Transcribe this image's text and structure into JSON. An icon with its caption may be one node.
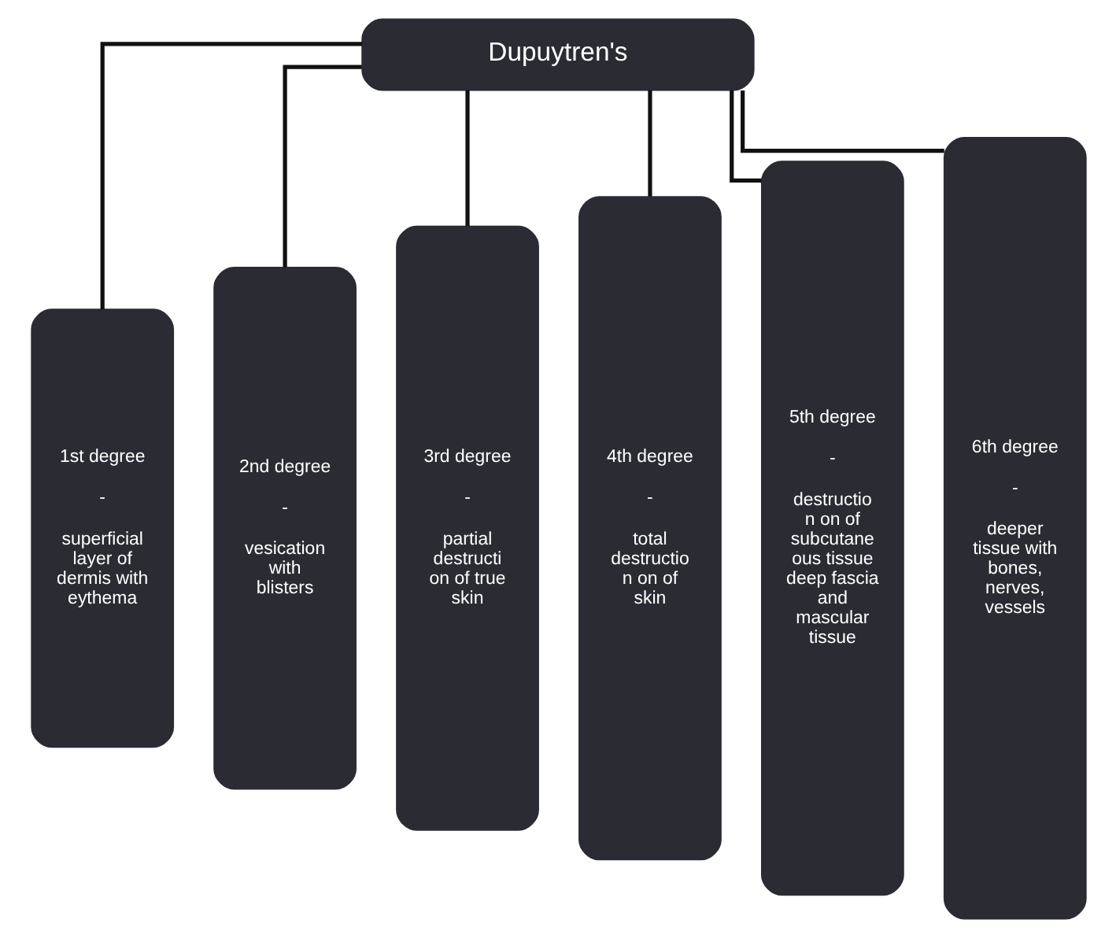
{
  "diagram": {
    "nodes": [
      {
        "text": [
          "Dupuytren's"
        ]
      },
      {
        "text": [
          "1st degree",
          "-",
          "superficial layer of dermis with eythema"
        ]
      },
      {
        "text": [
          "2nd degree",
          "-",
          "vesication with blisters"
        ]
      },
      {
        "text": [
          "3rd degree",
          "-",
          "partial destructi on of true skin"
        ]
      },
      {
        "text": [
          "4th degree",
          "-",
          "total destructio n on of skin"
        ]
      },
      {
        "text": [
          "5th degree",
          "-",
          "destructio n on of subcutane ous tissue deep fascia and mascular tissue"
        ]
      },
      {
        "text": [
          "6th degree",
          "-",
          "deeper tissue with bones, nerves, vessels"
        ]
      }
    ],
    "edges": [
      {
        "from": 0,
        "to": 1,
        "arrow": "none"
      },
      {
        "from": 0,
        "to": 2,
        "arrow": "none"
      },
      {
        "from": 0,
        "to": 3,
        "arrow": "none"
      },
      {
        "from": 0,
        "to": 4,
        "arrow": "none"
      },
      {
        "from": 0,
        "to": 5,
        "arrow": "none"
      },
      {
        "from": 0,
        "to": 6,
        "arrow": "none"
      }
    ]
  }
}
